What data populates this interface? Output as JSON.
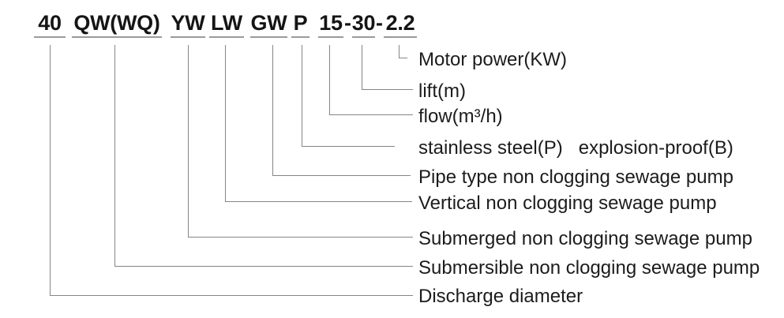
{
  "model": {
    "full_code": "40 QW(WQ) YW LW GW P 15-30-2.2",
    "segments": [
      "40",
      "QW(WQ)",
      "YW",
      "LW",
      "GW",
      "P",
      "15",
      "30",
      "2.2"
    ],
    "separator": "-"
  },
  "labels": [
    {
      "code": "2.2",
      "text": "Motor power(KW)"
    },
    {
      "code": "30",
      "text": "lift(m)"
    },
    {
      "code": "15",
      "text": "flow(m³/h)"
    },
    {
      "code": "P",
      "text": "stainless steel(P)   explosion-proof(B)"
    },
    {
      "code": "GW",
      "text": "Pipe type non clogging sewage pump"
    },
    {
      "code": "LW",
      "text": "Vertical non clogging sewage pump"
    },
    {
      "code": "YW",
      "text": "Submerged non clogging sewage pump"
    },
    {
      "code": "QW(WQ)",
      "text": "Submersible non clogging sewage pump"
    },
    {
      "code": "40",
      "text": "Discharge diameter"
    }
  ],
  "colors": {
    "background": "#ffffff",
    "title_text": "#151515",
    "label_text": "#1c1c1c",
    "underline": "#9a9a9a",
    "connector_line": "#858585"
  }
}
